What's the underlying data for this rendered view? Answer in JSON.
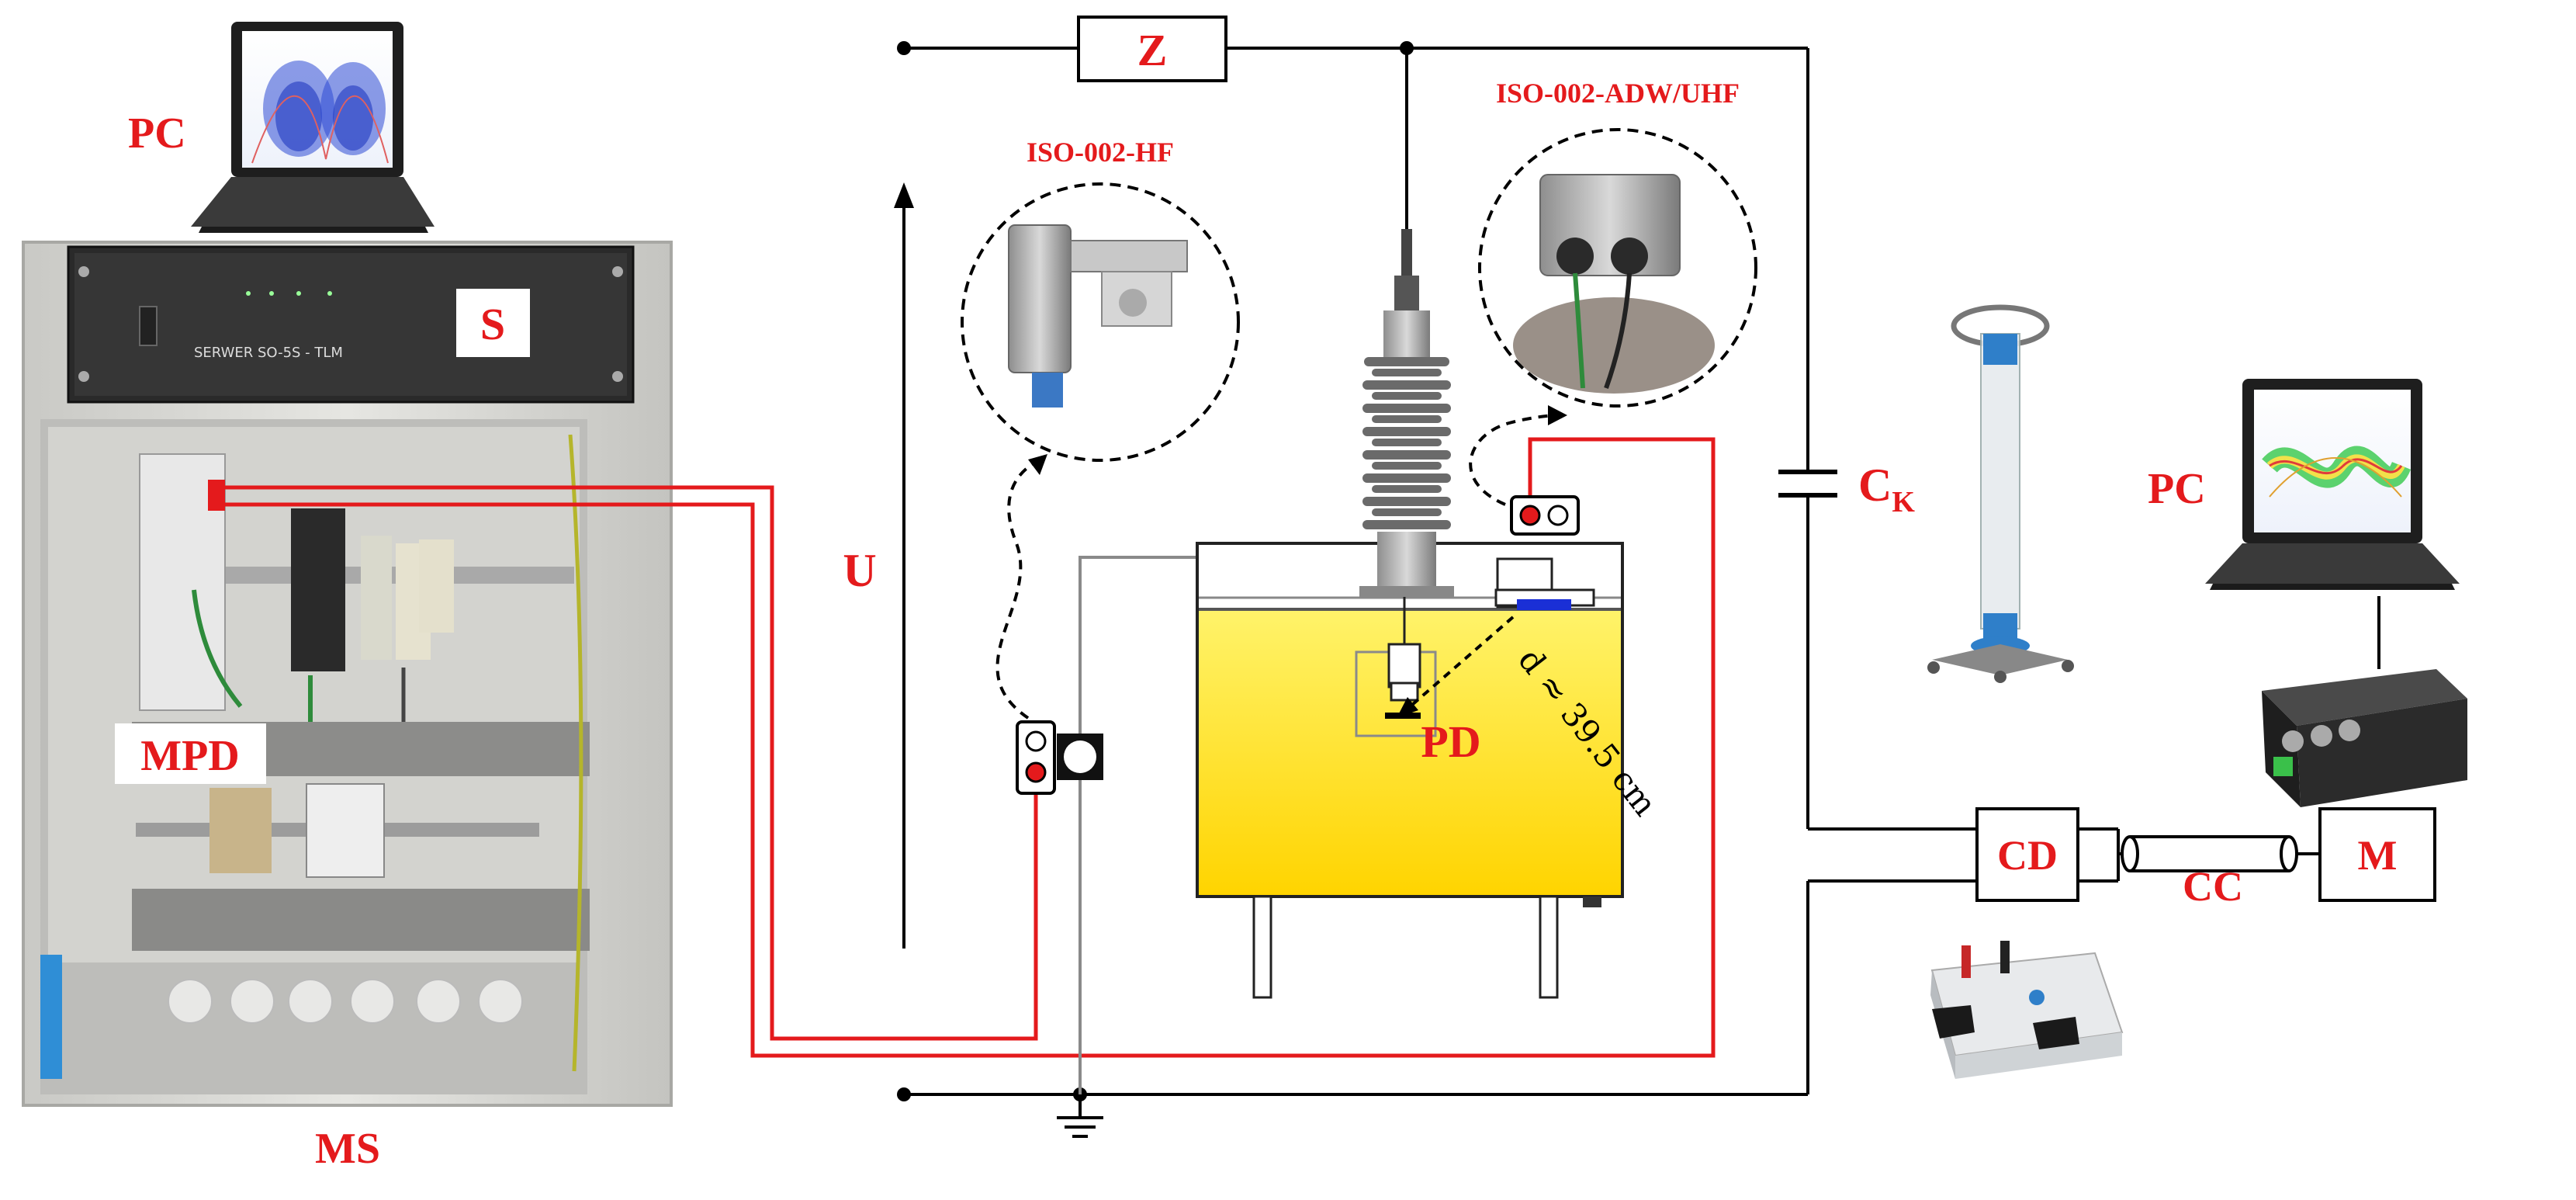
{
  "labels": {
    "pc_left": "PC",
    "server": "S",
    "server_panel": "SERWER SO-5S - TLM",
    "mpd": "MPD",
    "ms": "MS",
    "impedance": "Z",
    "voltage": "U",
    "iso_hf": "ISO-002-HF",
    "iso_uhf": "ISO-002-ADW/UHF",
    "pd": "PD",
    "distance": "d ≈ 39.5 cm",
    "ck_main": "C",
    "ck_sub": "K",
    "pc_right": "PC",
    "cd": "CD",
    "cc": "CC",
    "m": "M"
  },
  "colors": {
    "label_red": "#e41a1c",
    "wire_red": "#e41a1c",
    "wire_black": "#000000",
    "wire_gray": "#8a8a8a",
    "oil_top": "#fff05a",
    "oil_bottom": "#ffd60a",
    "cabinet": "#d9d9d6"
  },
  "icons": {
    "laptop": "laptop-icon",
    "ground": "ground-icon",
    "sensor": "sensor-icon",
    "capacitor": "capacitor-icon",
    "tank": "transformer-tank-icon"
  }
}
